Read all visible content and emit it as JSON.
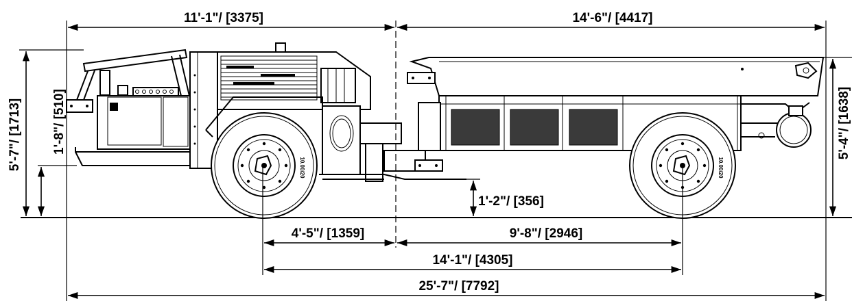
{
  "dimensions": {
    "front_length": "11'-1\"/ [3375]",
    "rear_length": "14'-6\"/ [4417]",
    "front_height": "5'-7\"/ [1713]",
    "front_bumper_height": "1'-8\"/ [510]",
    "rear_height": "5'-4\"/ [1638]",
    "ground_clearance": "1'-2\"/ [356]",
    "front_axle_to_pivot": "4'-5\"/ [1359]",
    "pivot_to_rear_axle": "9'-8\"/ [2946]",
    "wheelbase": "14'-1\"/ [4305]",
    "overall_length": "25'-7\"/ [7792]"
  },
  "tire_marking": "10.00/20"
}
